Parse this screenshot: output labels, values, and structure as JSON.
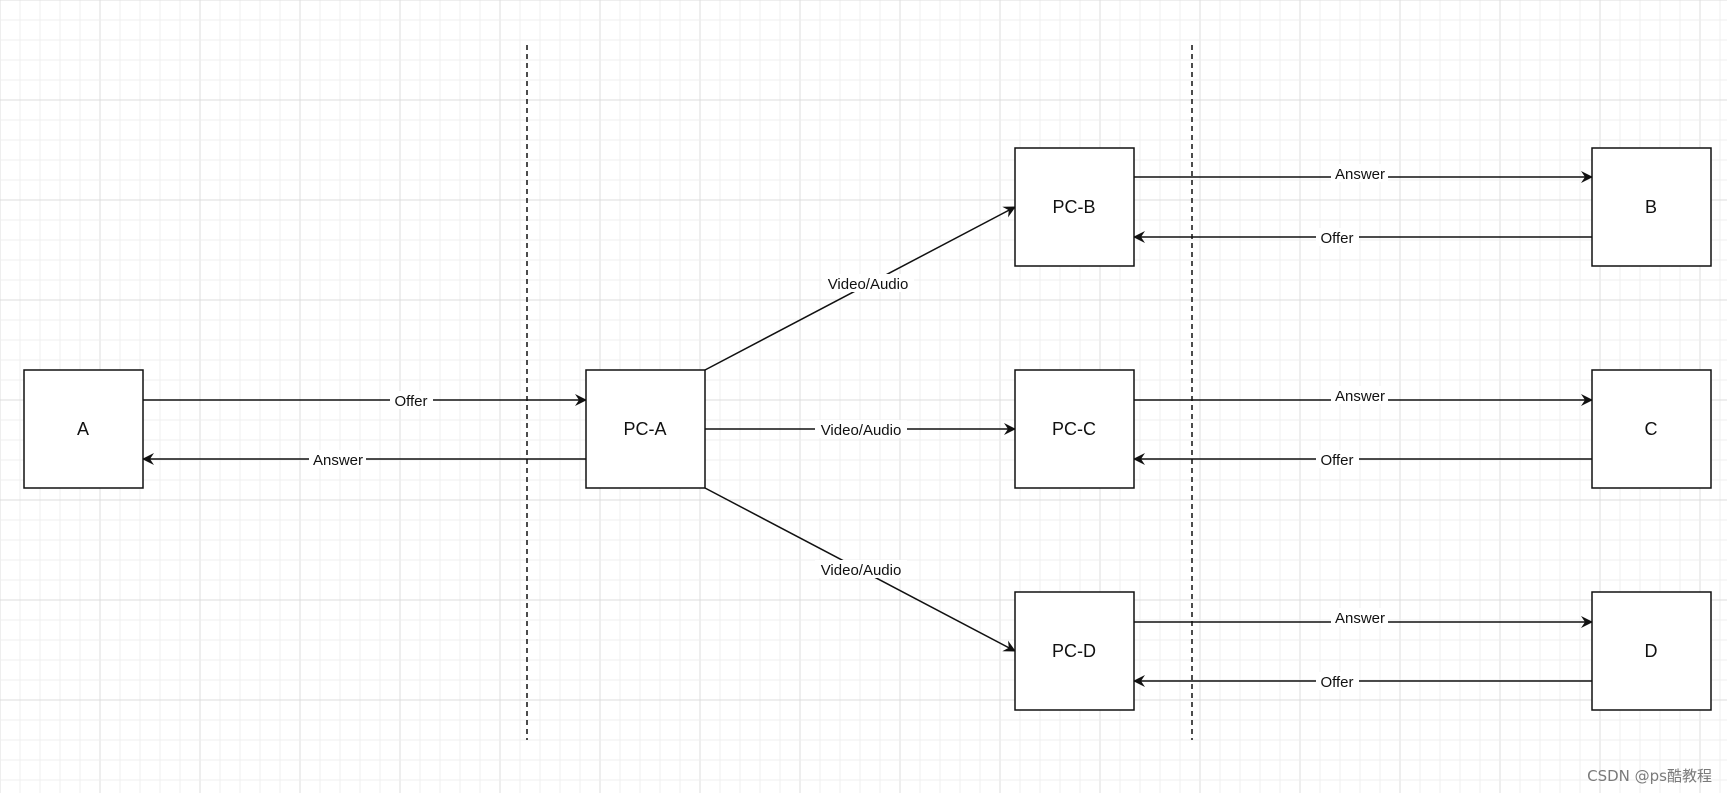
{
  "colors": {
    "background": "#ffffff",
    "grid_minor": "#efefef",
    "grid_major": "#dcdcdc",
    "stroke": "#111111",
    "watermark": "#7a7a7a"
  },
  "nodes": {
    "a": "A",
    "pc_a": "PC-A",
    "pc_b": "PC-B",
    "pc_c": "PC-C",
    "pc_d": "PC-D",
    "b": "B",
    "c": "C",
    "d": "D"
  },
  "edges": {
    "a_to_pca": "Offer",
    "pca_to_a": "Answer",
    "pca_to_pcb": "Video/Audio",
    "pca_to_pcc": "Video/Audio",
    "pca_to_pcd": "Video/Audio",
    "pcb_to_b": "Answer",
    "b_to_pcb": "Offer",
    "pcc_to_c": "Answer",
    "c_to_pcc": "Offer",
    "pcd_to_d": "Answer",
    "d_to_pcd": "Offer"
  },
  "watermark": "CSDN @ps酷教程"
}
